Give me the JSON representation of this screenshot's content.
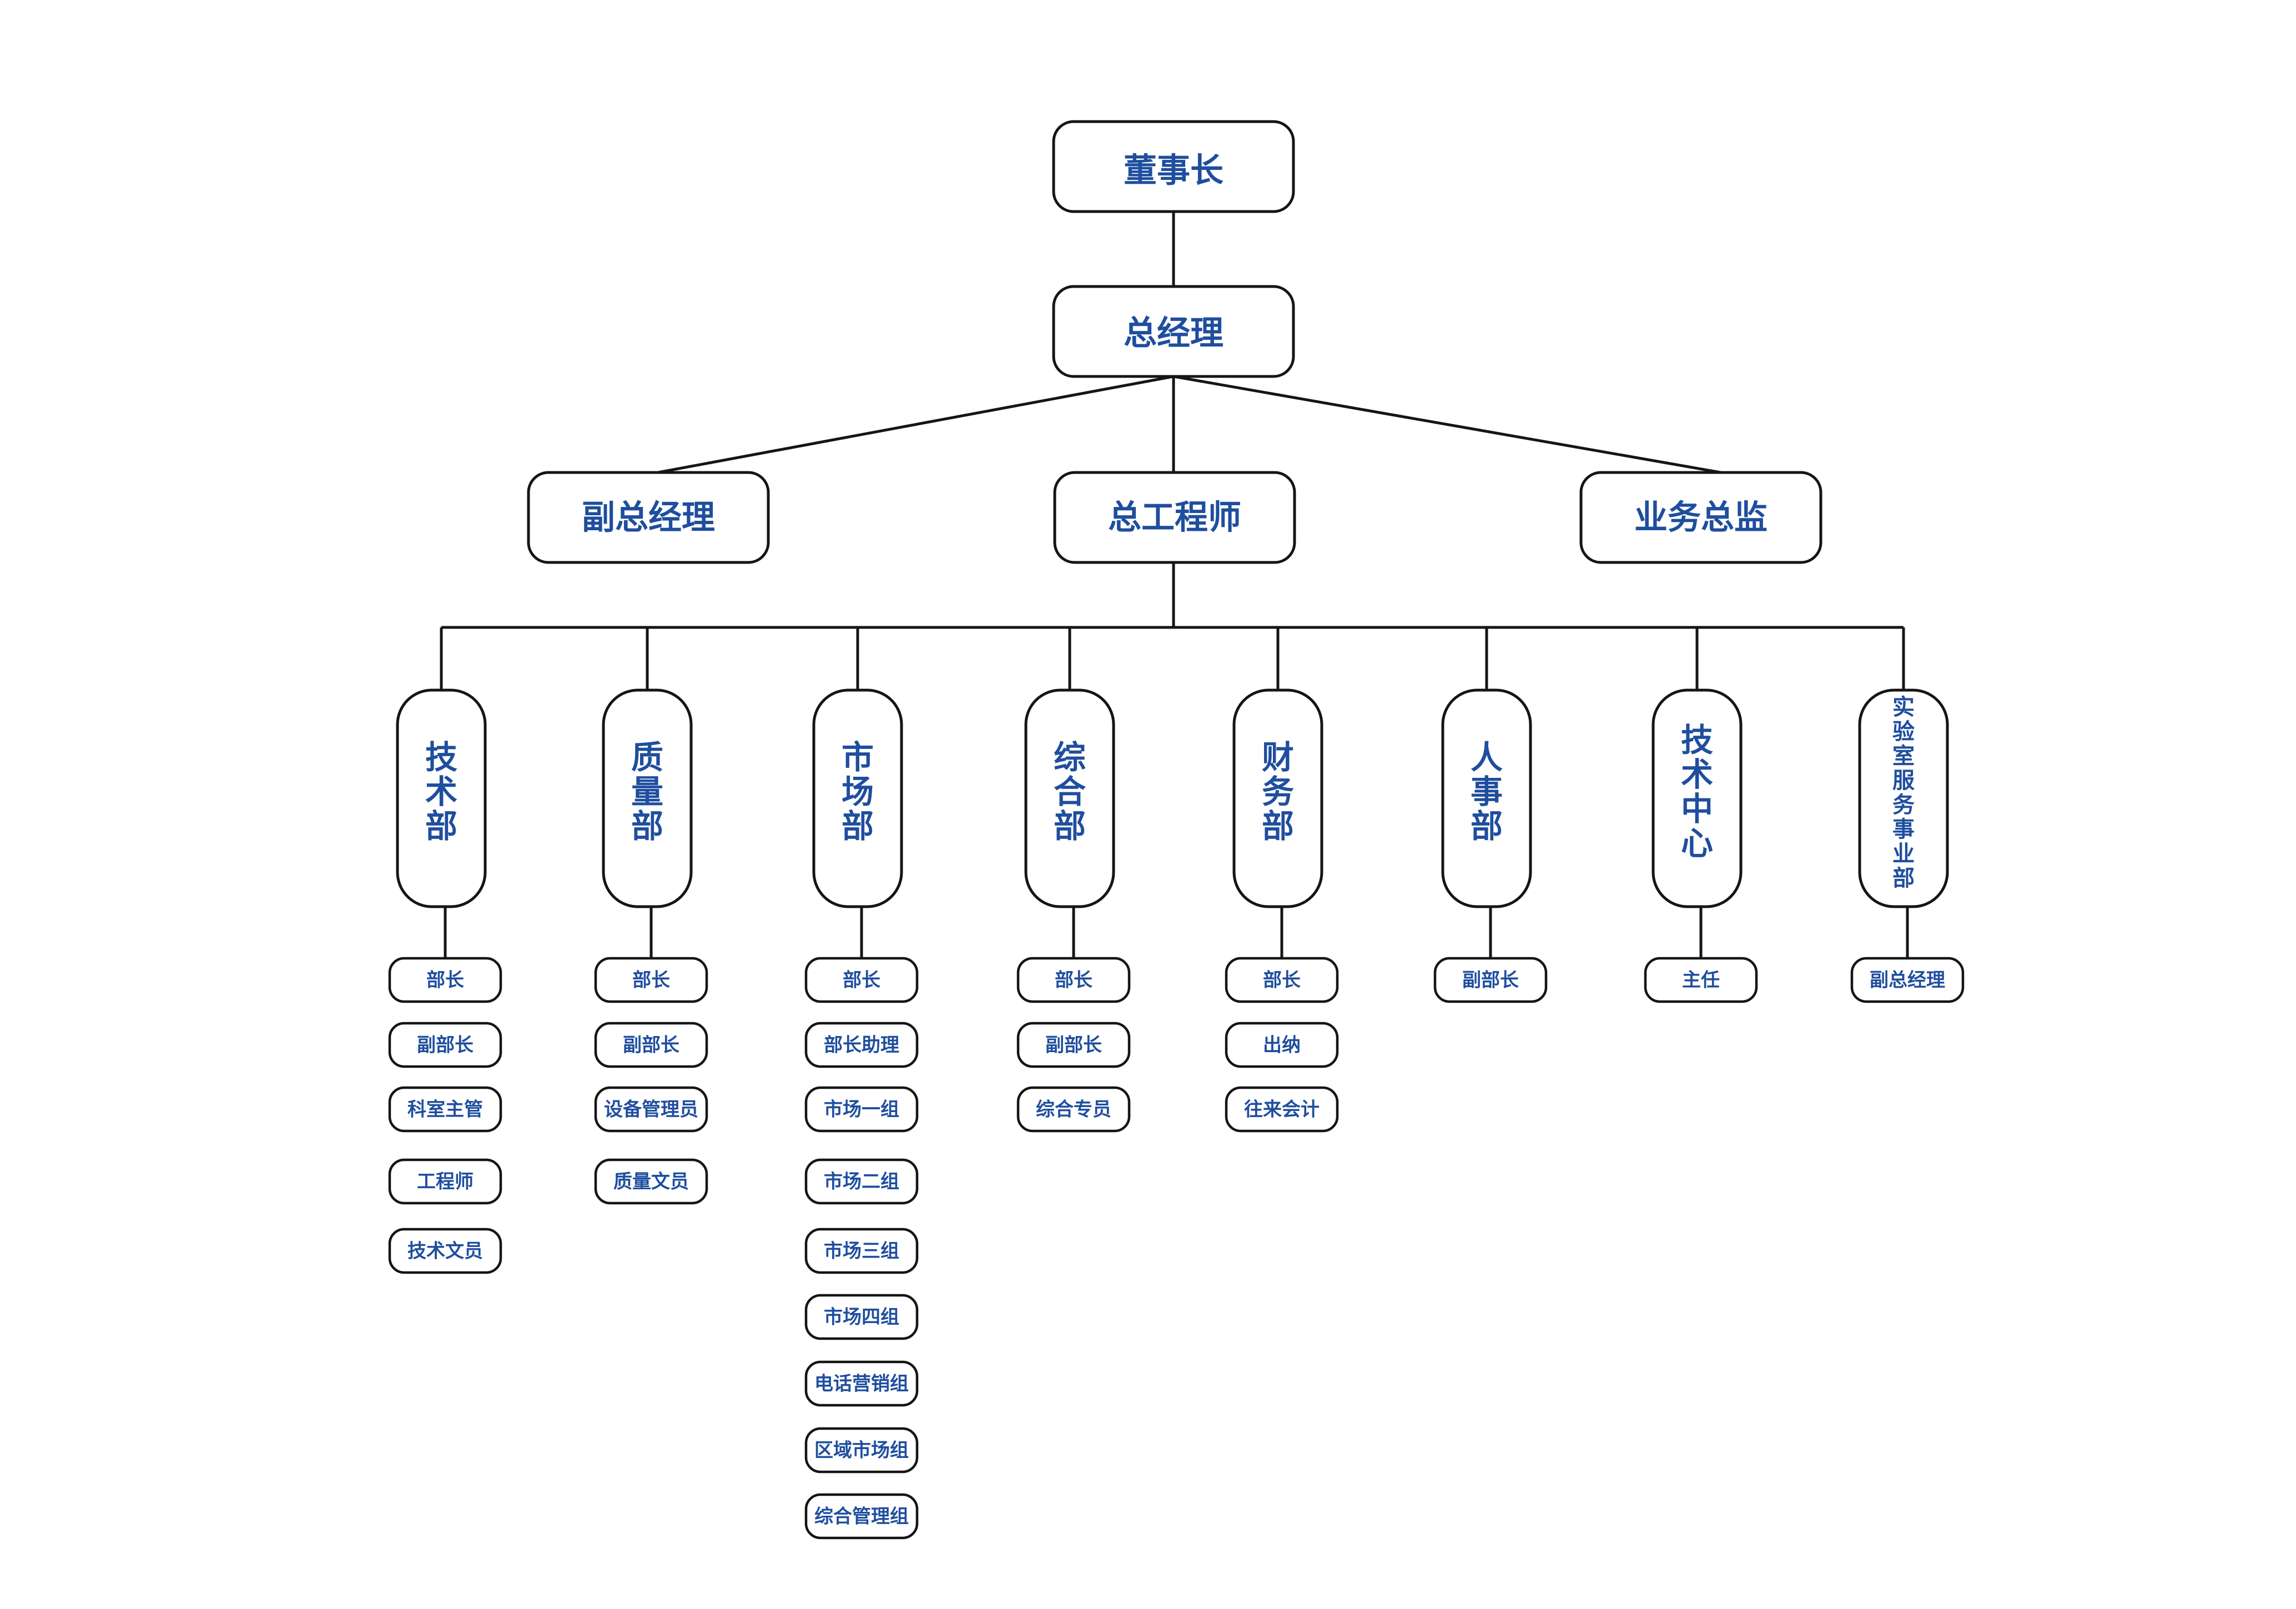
{
  "colors": {
    "text": "#1f4e9e",
    "border": "#151515",
    "background": "#ffffff"
  },
  "chairman": "董事长",
  "general_manager": "总经理",
  "executives": [
    "副总经理",
    "总工程师",
    "业务总监"
  ],
  "departments": [
    {
      "name": "技术部",
      "roles": [
        "部长",
        "副部长",
        "科室主管",
        "工程师",
        "技术文员"
      ]
    },
    {
      "name": "质量部",
      "roles": [
        "部长",
        "副部长",
        "设备管理员",
        "质量文员"
      ]
    },
    {
      "name": "市场部",
      "roles": [
        "部长",
        "部长助理",
        "市场一组",
        "市场二组",
        "市场三组",
        "市场四组",
        "电话营销组",
        "区域市场组",
        "综合管理组"
      ]
    },
    {
      "name": "综合部",
      "roles": [
        "部长",
        "副部长",
        "综合专员"
      ]
    },
    {
      "name": "财务部",
      "roles": [
        "部长",
        "出纳",
        "往来会计"
      ]
    },
    {
      "name": "人事部",
      "roles": [
        "副部长"
      ]
    },
    {
      "name": "技术中心",
      "roles": [
        "主任"
      ]
    },
    {
      "name": "实验室服务事业部",
      "roles": [
        "副总经理"
      ]
    }
  ]
}
